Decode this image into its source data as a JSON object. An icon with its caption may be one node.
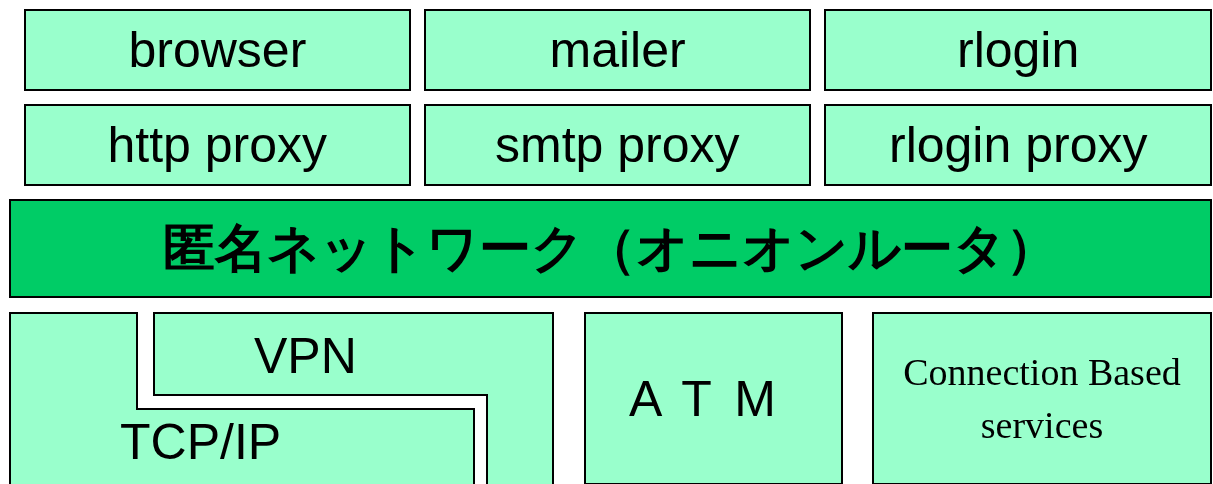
{
  "diagram": {
    "nodes": [
      {
        "text": [
          "browser"
        ]
      },
      {
        "text": [
          "mailer"
        ]
      },
      {
        "text": [
          "rlogin"
        ]
      },
      {
        "text": [
          "http proxy"
        ]
      },
      {
        "text": [
          "smtp proxy"
        ]
      },
      {
        "text": [
          "rlogin proxy"
        ]
      },
      {
        "text": [
          "匿名ネットワーク（オニオンルータ）"
        ]
      },
      {
        "text": [
          "VPN"
        ]
      },
      {
        "text": [
          "TCP/IP"
        ]
      },
      {
        "text": [
          "ATM"
        ]
      },
      {
        "text": [
          "Connection Based services"
        ]
      }
    ],
    "edges": []
  }
}
